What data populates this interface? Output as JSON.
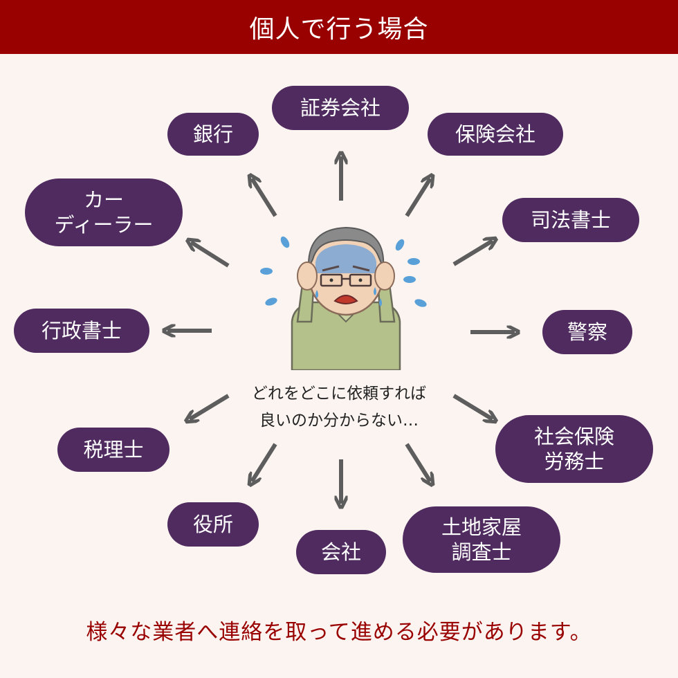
{
  "header": {
    "title": "個人で行う場合"
  },
  "nodes": {
    "shouken": "証券会社",
    "ginkou": "銀行",
    "hoken": "保険会社",
    "car": "カー\nディーラー",
    "shihou": "司法書士",
    "gyousei": "行政書士",
    "keisatsu": "警察",
    "zeiri": "税理士",
    "sharoushi": "社会保険\n労務士",
    "yakusho": "役所",
    "kaisha": "会社",
    "tochi": "土地家屋\n調査士"
  },
  "center": {
    "question": "どれをどこに依頼すれば\n良いのか分からない…"
  },
  "footer": {
    "message": "様々な業者へ連絡を取って進める必要があります。"
  },
  "colors": {
    "header": "#990000",
    "pill": "#4f2b5f",
    "background": "#fcf4f1",
    "arrow": "#5d5d5d",
    "footer_text": "#990000"
  },
  "icons": {
    "center": "worried-man-icon"
  }
}
